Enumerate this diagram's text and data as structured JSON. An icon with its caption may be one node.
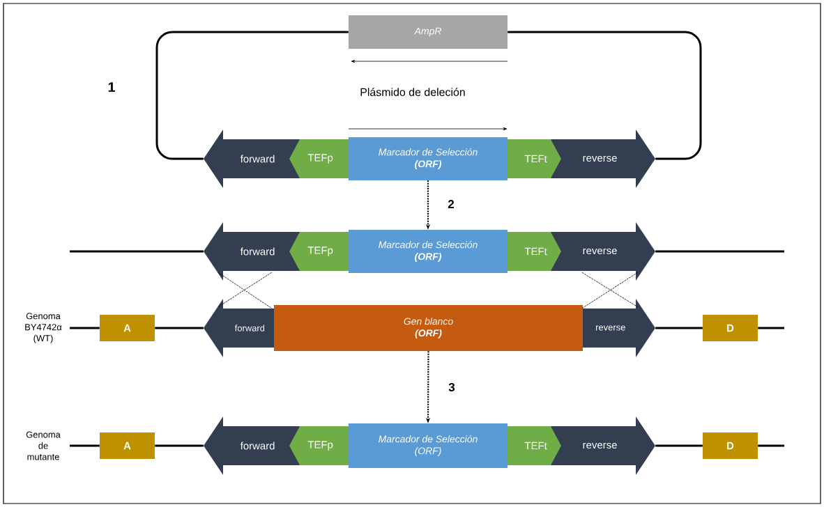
{
  "diagram": {
    "nodes": [
      {
        "text": [
          "AmpR"
        ]
      },
      {
        "text": [
          "forward"
        ]
      },
      {
        "text": [
          "TEFp"
        ]
      },
      {
        "text": [
          "Marcador de Selección",
          "(ORF)"
        ]
      },
      {
        "text": [
          "TEFt"
        ]
      },
      {
        "text": [
          "reverse"
        ]
      },
      {
        "text": [
          "forward"
        ]
      },
      {
        "text": [
          "TEFp"
        ]
      },
      {
        "text": [
          "Marcador de Selección",
          "(ORF)"
        ]
      },
      {
        "text": [
          "TEFt"
        ]
      },
      {
        "text": [
          "reverse"
        ]
      },
      {
        "text": [
          "A"
        ]
      },
      {
        "text": [
          "forward"
        ]
      },
      {
        "text": [
          "Gen blanco",
          "(ORF)"
        ]
      },
      {
        "text": [
          "reverse"
        ]
      },
      {
        "text": [
          "D"
        ]
      },
      {
        "text": [
          "A"
        ]
      },
      {
        "text": [
          "forward"
        ]
      },
      {
        "text": [
          "TEFp"
        ]
      },
      {
        "text": [
          "Marcador de Selección",
          "(ORF)"
        ]
      },
      {
        "text": [
          "TEFt"
        ]
      },
      {
        "text": [
          "reverse"
        ]
      },
      {
        "text": [
          "D"
        ]
      }
    ],
    "edges": [
      {
        "from": 1,
        "to": 0,
        "arrow": "none"
      },
      {
        "from": 0,
        "to": 5,
        "arrow": "none"
      },
      {
        "from": 3,
        "to": 8,
        "arrow": "to",
        "label": "2",
        "style": "dashed"
      },
      {
        "from": 6,
        "to": 12,
        "arrow": "none",
        "style": "dashed"
      },
      {
        "from": 6,
        "to": 12,
        "arrow": "none",
        "style": "dashed"
      },
      {
        "from": 10,
        "to": 14,
        "arrow": "none",
        "style": "dashed"
      },
      {
        "from": 10,
        "to": 14,
        "arrow": "none",
        "style": "dashed"
      },
      {
        "from": 13,
        "to": 19,
        "arrow": "to",
        "label": "3",
        "style": "dashed"
      },
      {
        "from": null,
        "to": 6,
        "arrow": "none"
      },
      {
        "from": 10,
        "to": null,
        "arrow": "none"
      },
      {
        "from": null,
        "to": 11,
        "arrow": "none"
      },
      {
        "from": 11,
        "to": 12,
        "arrow": "none"
      },
      {
        "from": 14,
        "to": 15,
        "arrow": "none"
      },
      {
        "from": 15,
        "to": null,
        "arrow": "none"
      },
      {
        "from": null,
        "to": 16,
        "arrow": "none"
      },
      {
        "from": 16,
        "to": 17,
        "arrow": "none"
      },
      {
        "from": 21,
        "to": 22,
        "arrow": "none"
      },
      {
        "from": 22,
        "to": null,
        "arrow": "none"
      }
    ],
    "labels": [
      "1",
      "Plásmido de deleción",
      "Genoma BY4742α (WT)",
      "Genoma de mutante"
    ]
  }
}
